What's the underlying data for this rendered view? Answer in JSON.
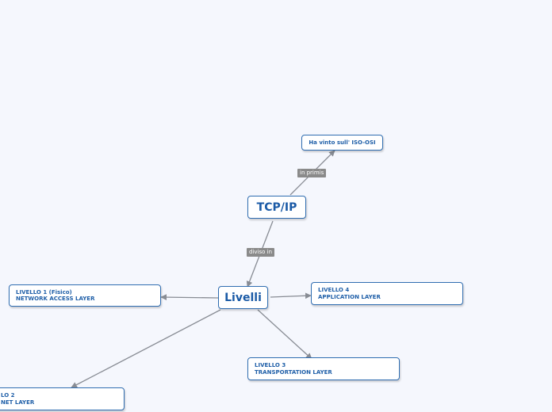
{
  "diagram": {
    "nodes": {
      "tcpip": {
        "label": "TCP/IP"
      },
      "livelli": {
        "label": "Livelli"
      },
      "isoosi": {
        "label": "Ha vinto sull' ISO-OSI"
      },
      "liv1": {
        "line1": "LIVELLO 1 (Fisico)",
        "line2": "NETWORK ACCESS LAYER"
      },
      "liv4": {
        "line1": "LIVELLO 4",
        "line2": "APPLICATION LAYER"
      },
      "liv3": {
        "line1": "LIVELLO 3",
        "line2": "TRANSPORTATION LAYER"
      },
      "liv2": {
        "line1": "LO 2",
        "line2": "NET LAYER"
      }
    },
    "edges": [
      {
        "from": "tcpip",
        "to": "isoosi",
        "label": "in primis"
      },
      {
        "from": "tcpip",
        "to": "livelli",
        "label": "diviso in"
      },
      {
        "from": "livelli",
        "to": "liv1",
        "label": ""
      },
      {
        "from": "livelli",
        "to": "liv4",
        "label": ""
      },
      {
        "from": "livelli",
        "to": "liv3",
        "label": ""
      },
      {
        "from": "livelli",
        "to": "liv2",
        "label": ""
      }
    ],
    "colors": {
      "background": "#f5f7fd",
      "node_border": "#2f6db1",
      "node_text": "#1f5fa8",
      "edge": "#888c94",
      "edge_label_bg": "#8a8a8a"
    }
  }
}
